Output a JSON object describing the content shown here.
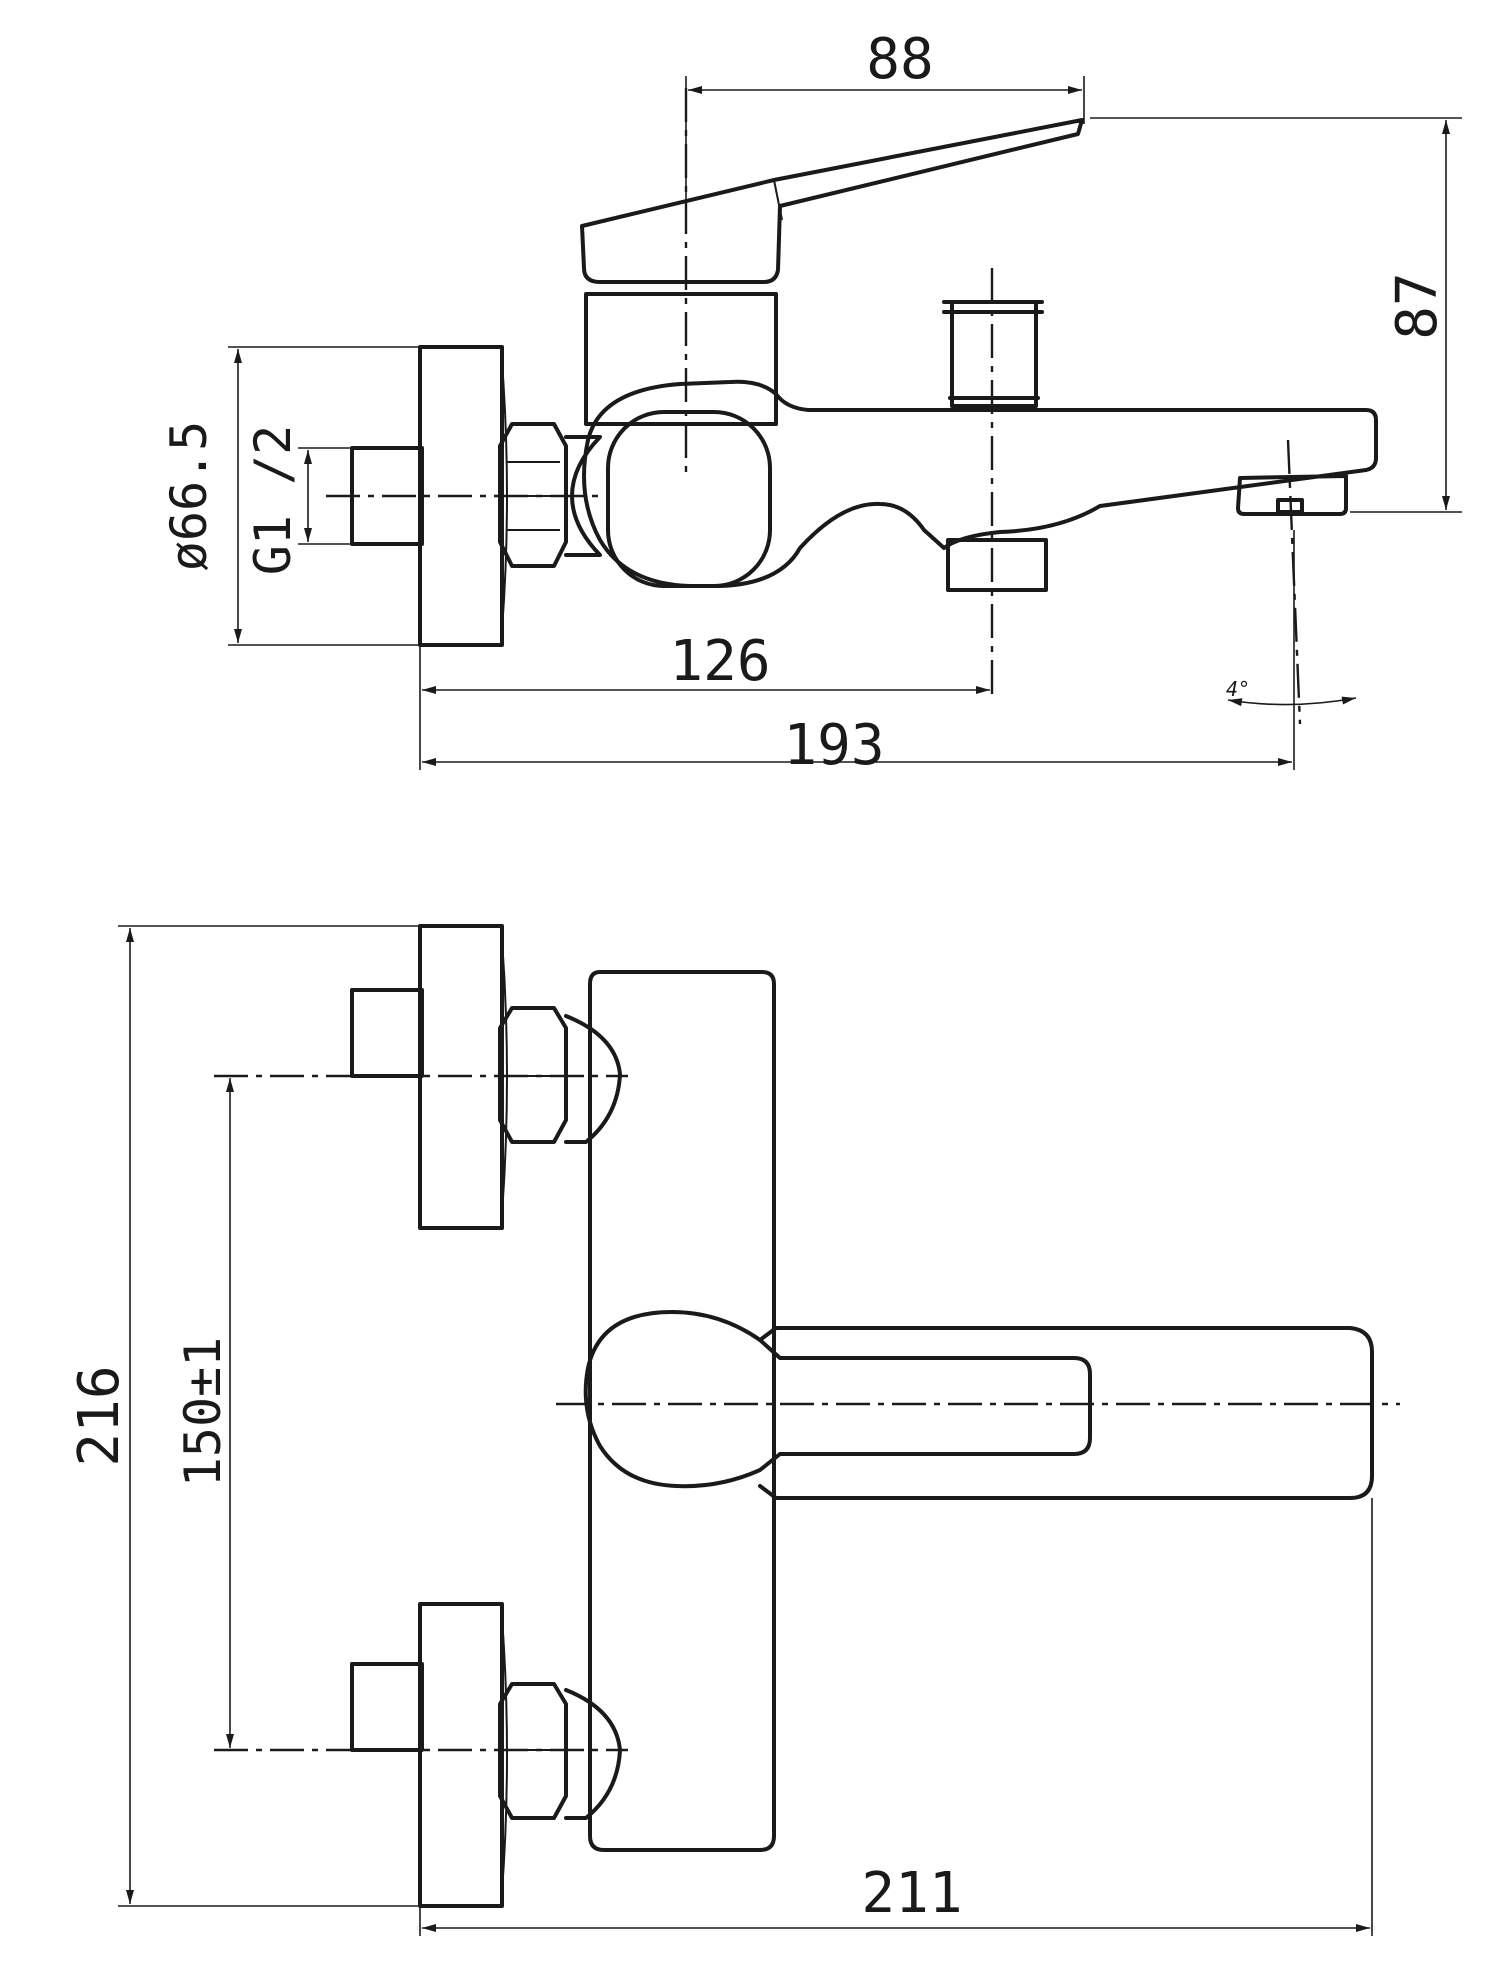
{
  "drawing": {
    "side_view": {
      "handle_width": "88",
      "height": "87",
      "flange_diameter": "ø66.5",
      "thread": "G1 /2",
      "outlet_distance": "126",
      "overall_length": "193",
      "spout_angle": "4°"
    },
    "top_view": {
      "overall_height": "216",
      "center_distance": "150±1",
      "overall_width": "211"
    }
  }
}
